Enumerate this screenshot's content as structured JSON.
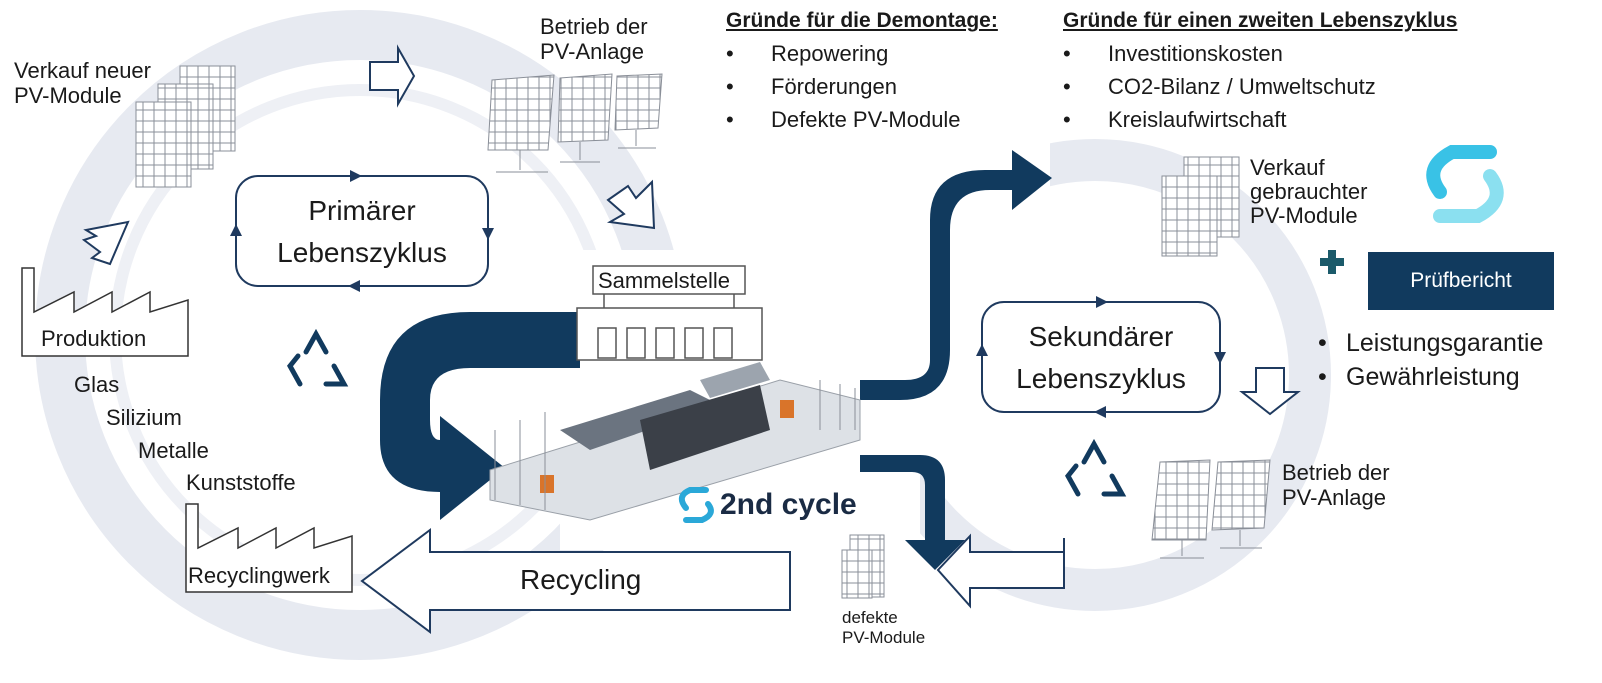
{
  "colors": {
    "navy": "#113a5e",
    "ring": "#e6e9f0",
    "cyan": "#2aa8d8",
    "outline": "#1f3a5f"
  },
  "primary_cycle": {
    "sell_new": [
      "Verkauf neuer",
      "PV-Module"
    ],
    "operation": [
      "Betrieb der",
      "PV-Anlage"
    ],
    "title": [
      "Primärer",
      "Lebenszyklus"
    ],
    "production": "Produktion",
    "materials": [
      "Glas",
      "Silizium",
      "Metalle",
      "Kunststoffe"
    ],
    "recycling_plant": "Recyclingwerk"
  },
  "collection_point": "Sammelstelle",
  "recycling_arrow": "Recycling",
  "brand": {
    "logo_text": "2nd cycle",
    "icon": "2ndcycle-logo-icon"
  },
  "reasons_dismantling": {
    "title": "Gründe für die Demontage:",
    "items": [
      "Repowering",
      "Förderungen",
      "Defekte PV-Module"
    ]
  },
  "reasons_second_life": {
    "title": "Gründe für einen zweiten Lebenszyklus",
    "items": [
      "Investitionskosten",
      "CO2-Bilanz / Umweltschutz",
      "Kreislaufwirtschaft"
    ]
  },
  "secondary_cycle": {
    "sell_used": [
      "Verkauf",
      "gebrauchter",
      "PV-Module"
    ],
    "title": [
      "Sekundärer",
      "Lebenszyklus"
    ],
    "operation": [
      "Betrieb der",
      "PV-Anlage"
    ],
    "defect": [
      "defekte",
      "PV-Module"
    ]
  },
  "test_report": {
    "label": "Prüfbericht",
    "items": [
      "Leistungsgarantie",
      "Gewährleistung"
    ]
  },
  "icons": {
    "recycle": "recycle-icon",
    "solar_panel": "solar-panel-icon",
    "factory": "factory-icon",
    "plus": "plus-icon"
  }
}
